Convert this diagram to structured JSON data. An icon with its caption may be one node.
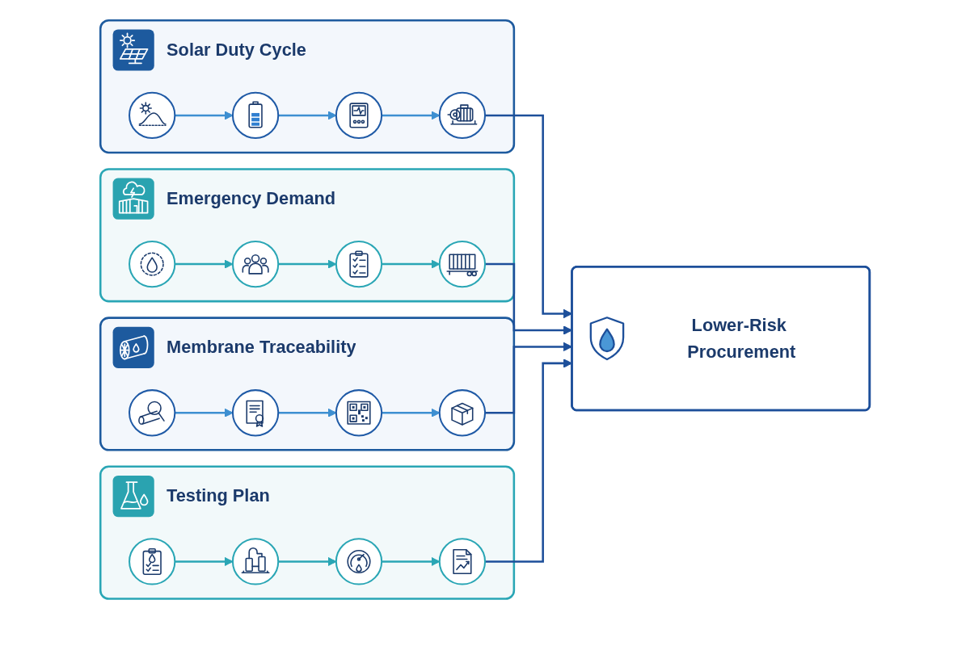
{
  "diagram": {
    "nodes": [
      {
        "text": [
          "Solar Duty Cycle"
        ]
      },
      {
        "text": [],
        "shape": "circle",
        "in": 0
      },
      {
        "text": [],
        "shape": "circle",
        "in": 0
      },
      {
        "text": [],
        "shape": "circle",
        "in": 0
      },
      {
        "text": [],
        "shape": "circle",
        "in": 0
      },
      {
        "text": [
          "Emergency Demand"
        ]
      },
      {
        "text": [],
        "shape": "circle",
        "in": 5
      },
      {
        "text": [],
        "shape": "circle",
        "in": 5
      },
      {
        "text": [],
        "shape": "circle",
        "in": 5
      },
      {
        "text": [],
        "shape": "circle",
        "in": 5
      },
      {
        "text": [
          "Membrane Traceability"
        ]
      },
      {
        "text": [],
        "shape": "circle",
        "in": 10
      },
      {
        "text": [],
        "shape": "circle",
        "in": 10
      },
      {
        "text": [],
        "shape": "circle",
        "in": 10
      },
      {
        "text": [],
        "shape": "circle",
        "in": 10
      },
      {
        "text": [
          "Testing Plan"
        ]
      },
      {
        "text": [],
        "shape": "circle",
        "in": 15
      },
      {
        "text": [],
        "shape": "circle",
        "in": 15
      },
      {
        "text": [],
        "shape": "circle",
        "in": 15
      },
      {
        "text": [],
        "shape": "circle",
        "in": 15
      },
      {
        "text": [
          "Lower-Risk Procurement"
        ]
      }
    ],
    "edges": [
      {
        "from": 1,
        "to": 2,
        "arrow": "to"
      },
      {
        "from": 2,
        "to": 3,
        "arrow": "to"
      },
      {
        "from": 3,
        "to": 4,
        "arrow": "to"
      },
      {
        "from": 6,
        "to": 7,
        "arrow": "to",
        "color": "#2aa6b5"
      },
      {
        "from": 7,
        "to": 8,
        "arrow": "to",
        "color": "#2aa6b5"
      },
      {
        "from": 8,
        "to": 9,
        "arrow": "to",
        "color": "#2aa6b5"
      },
      {
        "from": 11,
        "to": 12,
        "arrow": "to"
      },
      {
        "from": 12,
        "to": 13,
        "arrow": "to"
      },
      {
        "from": 13,
        "to": 14,
        "arrow": "to"
      },
      {
        "from": 16,
        "to": 17,
        "arrow": "to",
        "color": "#2aa6b5"
      },
      {
        "from": 17,
        "to": 18,
        "arrow": "to",
        "color": "#2aa6b5"
      },
      {
        "from": 18,
        "to": 19,
        "arrow": "to",
        "color": "#2aa6b5"
      },
      {
        "from": 4,
        "to": 20,
        "arrow": "to",
        "color": "#1d4f9a"
      },
      {
        "from": 9,
        "to": 20,
        "arrow": "to",
        "color": "#1d4f9a"
      },
      {
        "from": 14,
        "to": 20,
        "arrow": "to",
        "color": "#1d4f9a"
      },
      {
        "from": 19,
        "to": 20,
        "arrow": "to",
        "color": "#1d4f9a"
      }
    ]
  }
}
